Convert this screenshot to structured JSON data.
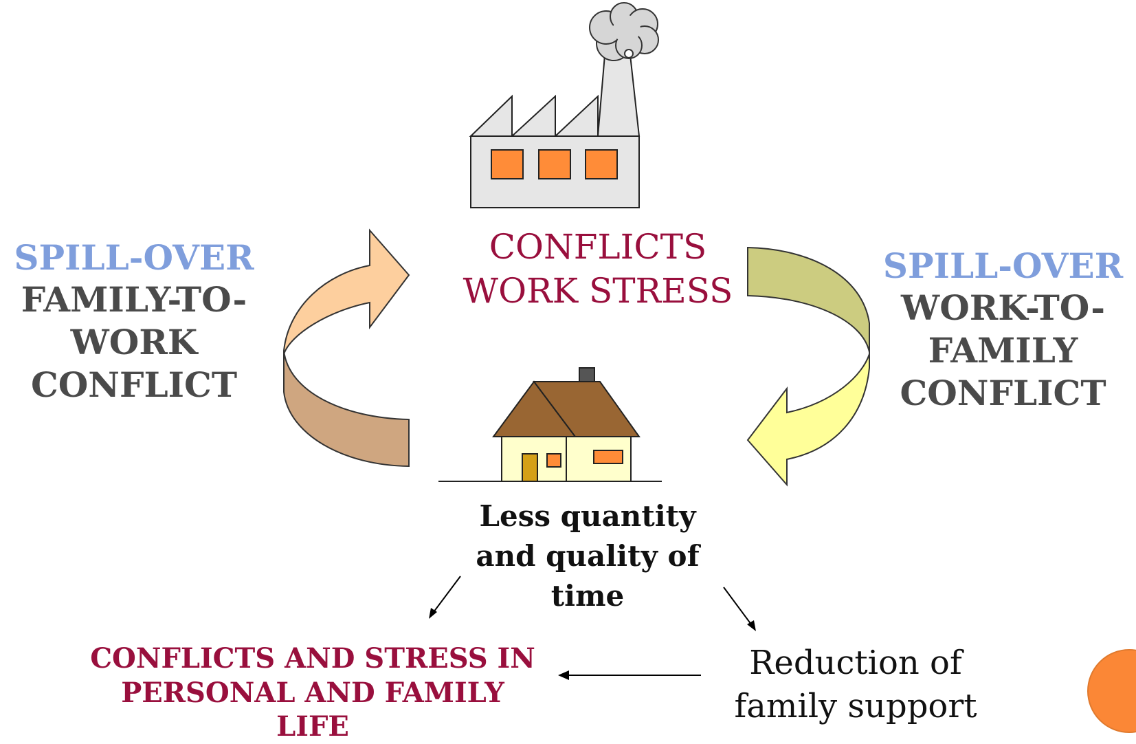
{
  "left_label": {
    "spill": "SPILL-OVER",
    "lines": [
      "FAMILY-TO-",
      "WORK",
      "CONFLICT"
    ]
  },
  "right_label": {
    "spill": "SPILL-OVER",
    "lines": [
      "WORK-TO-",
      "FAMILY",
      "CONFLICT"
    ]
  },
  "center_title": [
    "CONFLICTS",
    "WORK STRESS"
  ],
  "time_text": [
    "Less quantity",
    "and quality of",
    "time"
  ],
  "family_conflicts": [
    "CONFLICTS AND STRESS IN",
    "PERSONAL AND FAMILY",
    "LIFE"
  ],
  "family_support": [
    "Reduction of",
    "family support"
  ],
  "icons": [
    "factory-icon",
    "smoke-cloud-icon",
    "house-icon"
  ],
  "colors": {
    "spill_blue": "#7f9edc",
    "conflict_gray": "#4a4a4a",
    "accent_crimson": "#990f3d",
    "window_orange": "#ff8c38",
    "left_arrow_light": "#fdcf9e",
    "left_arrow_dark": "#cfa680",
    "right_arrow_dark": "#cccc80",
    "right_arrow_light": "#ffff99",
    "house_wall": "#ffffcc",
    "roof_brown": "#996633",
    "corner_circle": "#fb8736"
  }
}
